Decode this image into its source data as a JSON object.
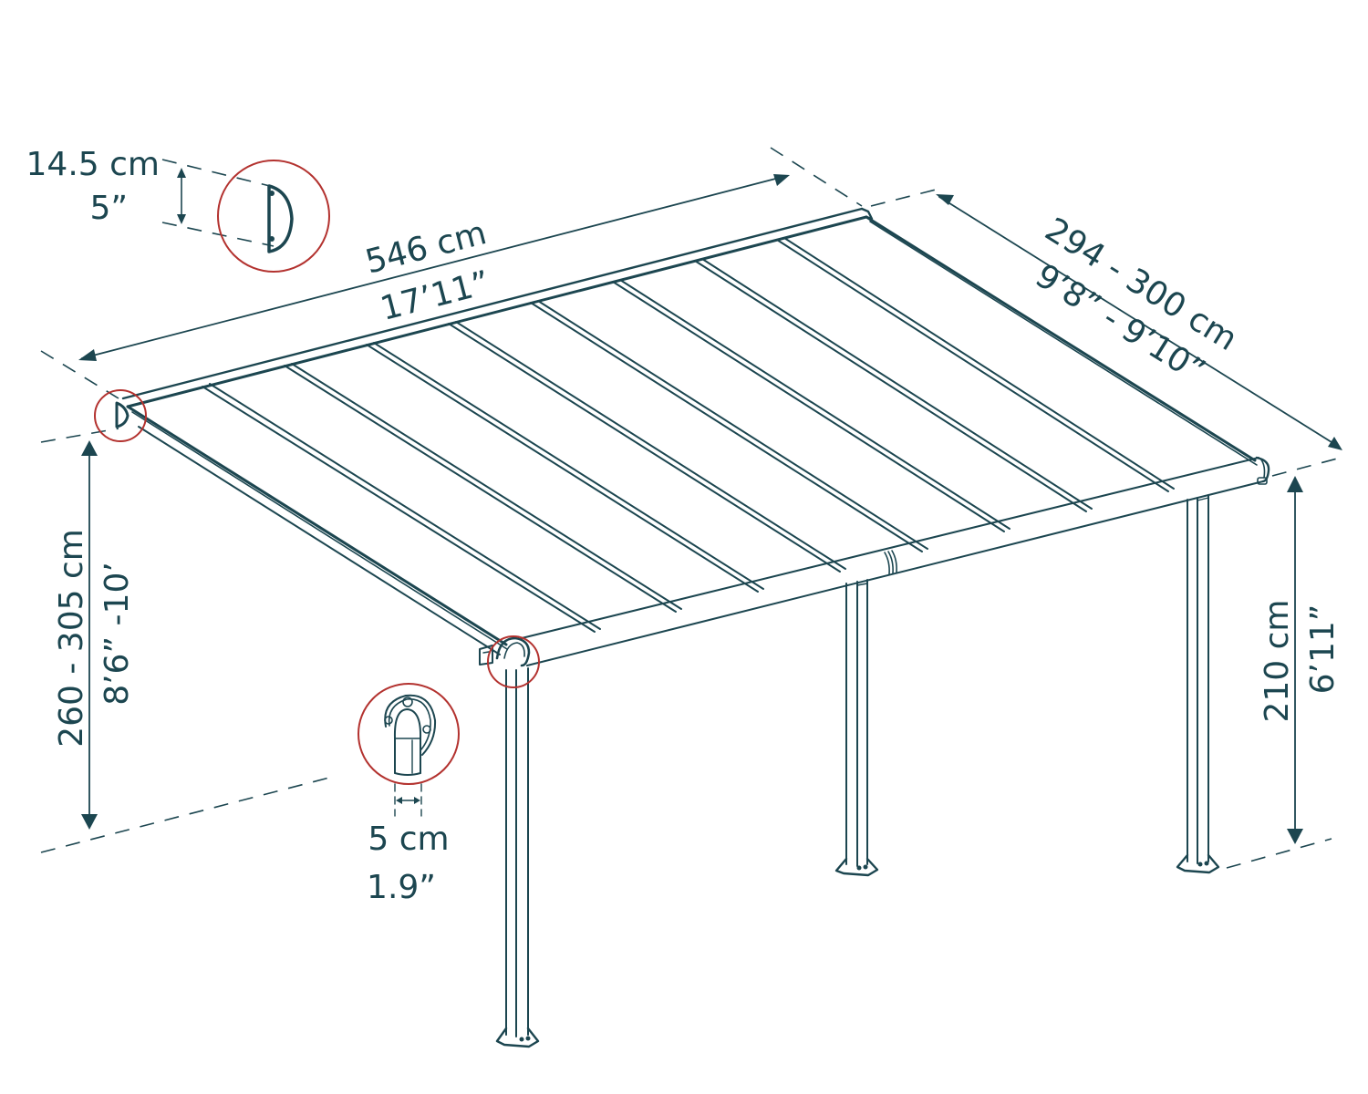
{
  "title": "Patio cover dimension diagram",
  "colors": {
    "line": "#1c4650",
    "callout": "#b3322f",
    "background": "#ffffff"
  },
  "dimensions": {
    "profile_height": {
      "metric": "14.5 cm",
      "imperial": "5”"
    },
    "width": {
      "metric": "546 cm",
      "imperial": "17’11”"
    },
    "depth": {
      "metric": "294 - 300 cm",
      "imperial": "9’8” - 9’10”"
    },
    "wall_height": {
      "metric": "260 - 305 cm",
      "imperial": "8’6” -10’"
    },
    "front_height": {
      "metric": "210 cm",
      "imperial": "6’11”"
    },
    "downpipe": {
      "metric": "5 cm",
      "imperial": "1.9”"
    }
  },
  "callouts": [
    {
      "name": "wall-profile-detail",
      "description": "D-shaped wall profile cross-section"
    },
    {
      "name": "gutter-corner-detail",
      "description": "Front gutter corner joint"
    },
    {
      "name": "downpipe-detail",
      "description": "Post downpipe outlet"
    },
    {
      "name": "rear-profile-detail",
      "description": "Rear wall bracket profile"
    }
  ],
  "structure": {
    "roof_panels": 9,
    "posts": 3
  }
}
